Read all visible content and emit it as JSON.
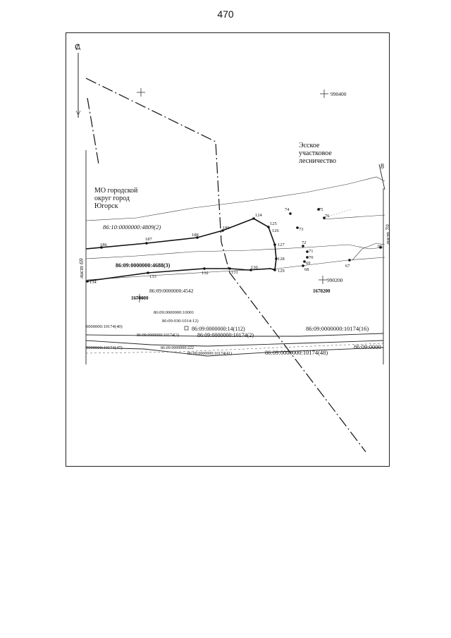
{
  "page": {
    "number": "470"
  },
  "map": {
    "north_label": "С",
    "grid": {
      "north_top": "990400",
      "north_mid": "990200",
      "east_mid": "1670200",
      "east_left": "1670000"
    },
    "areas": {
      "municipality": [
        "МО городской",
        "округ город",
        "Югорск"
      ],
      "forestry": [
        "Эсское",
        "участковое",
        "лесничество"
      ]
    },
    "sheet_labels": {
      "left": "лист 69",
      "right": "лист 70",
      "top_right": "8"
    },
    "parcels": {
      "p4809": "86:10:0000000:4809(2)",
      "p4688": "86:09:0000000:4688(3)",
      "p4542": "86:09:0000000:4542",
      "p10001": "86:09:0000000:10001",
      "p14_12": "86:09:030:1014:12)",
      "p14_112": "86:09:0000000:14(112)",
      "p10174_16": "86:09:0000000:10174(16)",
      "p10174_40": "0000000:10174(40)",
      "p10174_3": "86:09:0000000:10174(3)",
      "p10174_2": "86:09:0000000:10174(2)",
      "p10174_47": "0000000:10174(47)",
      "p222": "86:09:0000000:222",
      "p10174_41": "86:09:0000000:10174(41)",
      "p10174_48": "86:09:0000000:10174(48)",
      "p_right_edge": "86:09:0000"
    },
    "points": [
      {
        "id": "186",
        "label": "186"
      },
      {
        "id": "187",
        "label": "187"
      },
      {
        "id": "188",
        "label": "188"
      },
      {
        "id": "189",
        "label": "189"
      },
      {
        "id": "124",
        "label": "124"
      },
      {
        "id": "125",
        "label": "125"
      },
      {
        "id": "126",
        "label": "126"
      },
      {
        "id": "127",
        "label": "127"
      },
      {
        "id": "128",
        "label": "128"
      },
      {
        "id": "129",
        "label": "129"
      },
      {
        "id": "130",
        "label": "130"
      },
      {
        "id": "131",
        "label": "131"
      },
      {
        "id": "132",
        "label": "132"
      },
      {
        "id": "133",
        "label": "133"
      },
      {
        "id": "134",
        "label": "134"
      },
      {
        "id": "74",
        "label": "74"
      },
      {
        "id": "75",
        "label": "75"
      },
      {
        "id": "76",
        "label": "76"
      },
      {
        "id": "73",
        "label": "73"
      },
      {
        "id": "72",
        "label": "72"
      },
      {
        "id": "71",
        "label": "71"
      },
      {
        "id": "70",
        "label": "70"
      },
      {
        "id": "69",
        "label": "69"
      },
      {
        "id": "68",
        "label": "68"
      },
      {
        "id": "67",
        "label": "67"
      },
      {
        "id": "66",
        "label": "66"
      }
    ]
  }
}
